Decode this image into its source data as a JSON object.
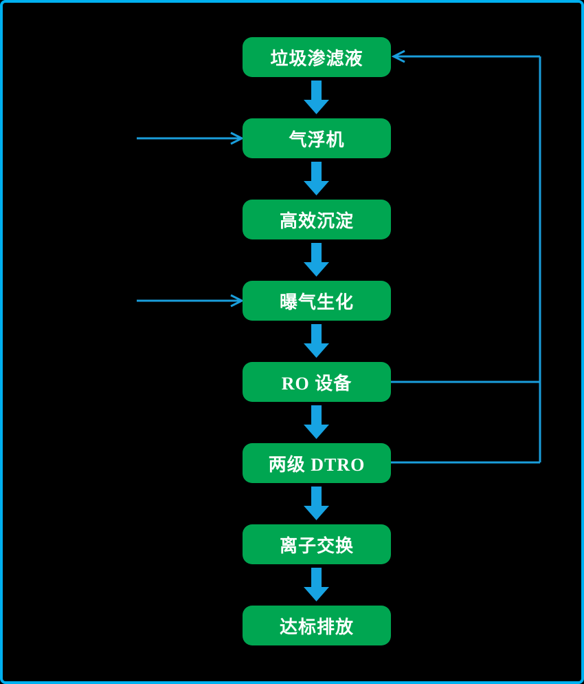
{
  "diagram": {
    "title_implicit": "垃圾渗滤液处理工艺流程",
    "nodes": [
      {
        "id": "leachate",
        "label": "垃圾渗滤液"
      },
      {
        "id": "air-flotation",
        "label": "气浮机"
      },
      {
        "id": "sedimentation",
        "label": "高效沉淀"
      },
      {
        "id": "aeration",
        "label": "曝气生化"
      },
      {
        "id": "ro-unit",
        "label": "RO 设备"
      },
      {
        "id": "dtro",
        "label": "两级 DTRO"
      },
      {
        "id": "ion-exchange",
        "label": "离子交换"
      },
      {
        "id": "discharge",
        "label": "达标排放"
      }
    ],
    "connections": [
      {
        "from": "leachate",
        "to": "air-flotation",
        "type": "block-arrow-down"
      },
      {
        "from": "air-flotation",
        "to": "sedimentation",
        "type": "block-arrow-down"
      },
      {
        "from": "sedimentation",
        "to": "aeration",
        "type": "block-arrow-down"
      },
      {
        "from": "aeration",
        "to": "ro-unit",
        "type": "block-arrow-down"
      },
      {
        "from": "ro-unit",
        "to": "dtro",
        "type": "block-arrow-down"
      },
      {
        "from": "dtro",
        "to": "ion-exchange",
        "type": "block-arrow-down"
      },
      {
        "from": "ion-exchange",
        "to": "discharge",
        "type": "block-arrow-down"
      },
      {
        "from": "ro-unit",
        "to": "leachate",
        "type": "feedback-line-right"
      },
      {
        "from": "dtro",
        "to": "leachate",
        "type": "feedback-line-right"
      },
      {
        "from": "outside-left",
        "to": "air-flotation",
        "type": "thin-arrow-right"
      },
      {
        "from": "outside-left",
        "to": "aeration",
        "type": "thin-arrow-right"
      }
    ],
    "colors": {
      "background": "#000000",
      "frame_border": "#00b0f0",
      "node_fill": "#00a651",
      "block_arrow": "#17a3e2",
      "thin_line": "#1a9edb",
      "node_text": "#ffffff"
    }
  }
}
